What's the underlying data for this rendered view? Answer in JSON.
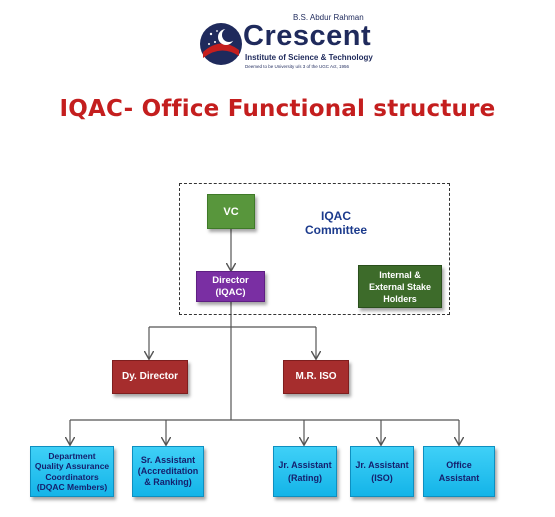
{
  "logo": {
    "tagline": "B.S. Abdur Rahman",
    "name": "Crescent",
    "institute": "Institute of Science & Technology",
    "deemed": "Deemed to be University u/s 3 of the UGC Act, 1956"
  },
  "title": "IQAC- Office Functional structure",
  "committee_label": "IQAC Committee",
  "nodes": {
    "vc": "VC",
    "director": "Director (IQAC)",
    "stakeholders": "Internal & External Stake Holders",
    "dy_director": "Dy. Director",
    "mr_iso": "M.R. ISO",
    "dqac": "Department Quality Assurance Coordinators (DQAC Members)",
    "sr_assistant": "Sr. Assistant (Accreditation & Ranking)",
    "jr_rating": "Jr. Assistant (Rating)",
    "jr_iso": "Jr. Assistant (ISO)",
    "office_assistant": "Office Assistant"
  },
  "colors": {
    "title": "#c41e1e",
    "vc": "#58963c",
    "director": "#7a2fa3",
    "stakeholders": "#3d6b2a",
    "second_level": "#a62d2d",
    "third_level": "#1ec3f2",
    "logo_navy": "#1f2a5c"
  }
}
